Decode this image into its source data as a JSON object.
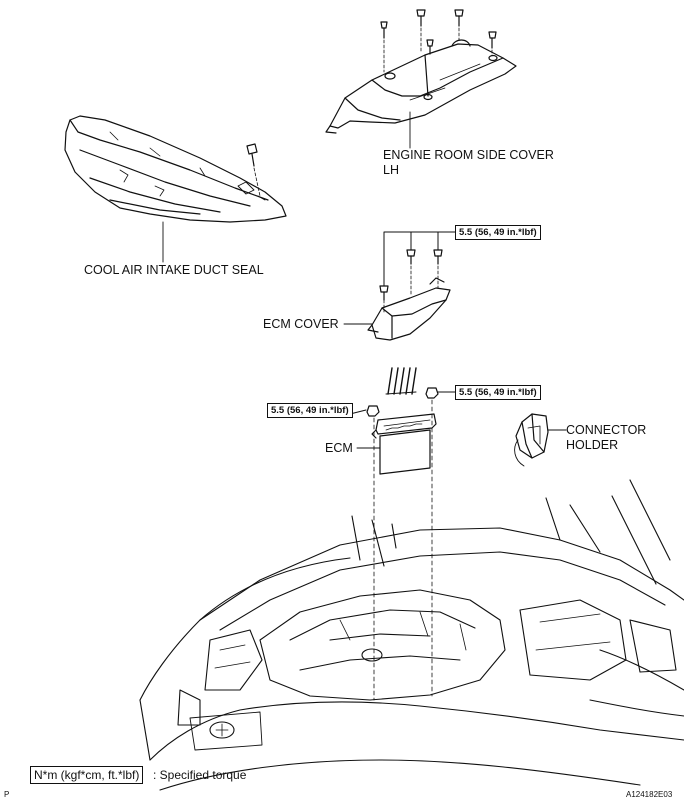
{
  "labels": {
    "engine_room_cover_line1": "ENGINE ROOM SIDE COVER",
    "engine_room_cover_line2": "LH",
    "cool_air_seal": "COOL AIR INTAKE DUCT SEAL",
    "ecm_cover": "ECM COVER",
    "ecm": "ECM",
    "connector_holder_line1": "CONNECTOR",
    "connector_holder_line2": "HOLDER"
  },
  "torque_specs": {
    "ecm_cover_bolts": "5.5 (56, 49 in.*lbf)",
    "ecm_nut_right": "5.5 (56, 49 in.*lbf)",
    "ecm_nut_left": "5.5 (56, 49 in.*lbf)"
  },
  "legend": {
    "unit_box": "N*m (kgf*cm, ft.*lbf)",
    "description": ": Specified torque"
  },
  "corner": {
    "page_letter": "P",
    "figure_code": "A124182E03"
  }
}
